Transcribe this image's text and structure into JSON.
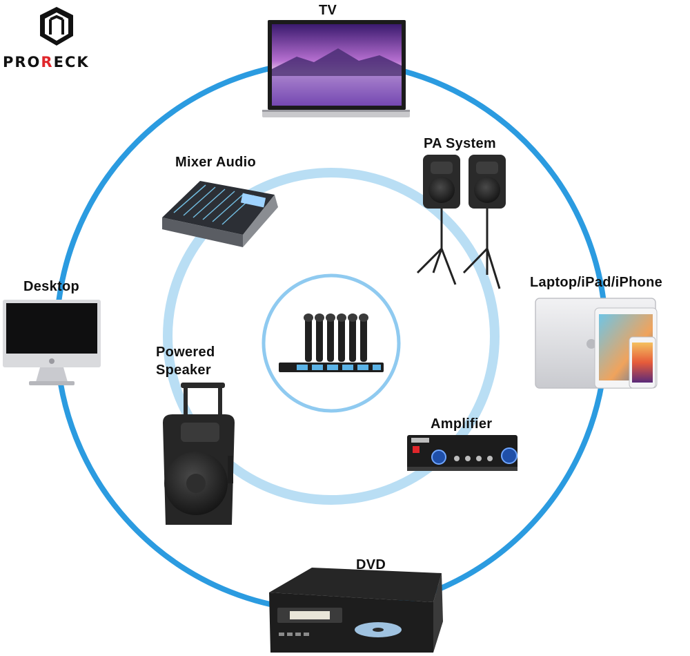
{
  "brand": {
    "logo_text": "PRORECK",
    "logo_text_prefix": "PRO",
    "logo_text_mid": "R",
    "logo_text_suffix": "ECK"
  },
  "colors": {
    "outer_ring": "#2b9be0",
    "middle_ring": "#b9def4",
    "inner_ring": "#8fcaf0",
    "accent": "#e0262b"
  },
  "devices": {
    "tv": {
      "label": "TV"
    },
    "pa_system": {
      "label": "PA System"
    },
    "mixer": {
      "label": "Mixer Audio"
    },
    "desktop": {
      "label": "Desktop"
    },
    "laptop": {
      "label": "Laptop/iPad/iPhone"
    },
    "powered_speaker": {
      "label_line1": "Powered",
      "label_line2": "Speaker"
    },
    "amplifier": {
      "label": "Amplifier"
    },
    "dvd": {
      "label": "DVD"
    },
    "microphone_system": {
      "icon": "wireless-microphone-receiver"
    }
  }
}
